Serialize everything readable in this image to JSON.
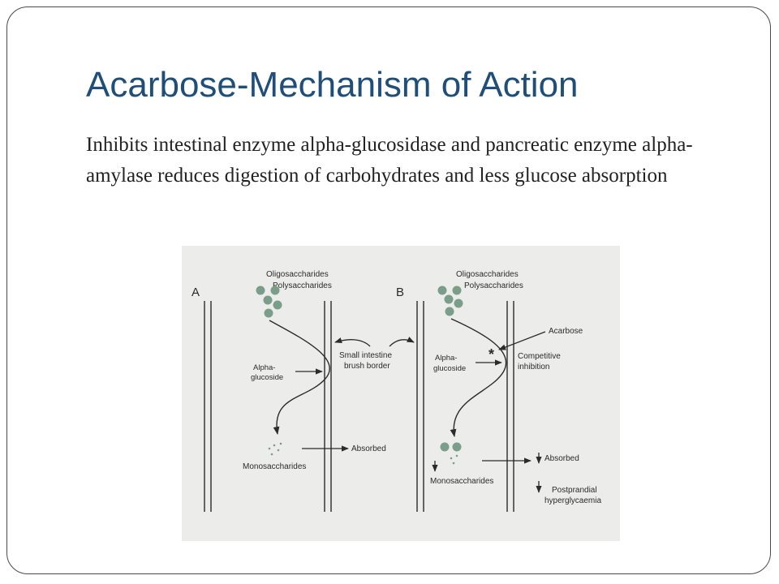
{
  "slide": {
    "title": "Acarbose-Mechanism of Action",
    "body": "Inhibits intestinal enzyme alpha-glucosidase and pancreatic enzyme alpha-amylase reduces digestion of carbohydrates and less glucose absorption"
  },
  "diagram": {
    "background_color": "#ececea",
    "dot_color": "#7a9e8a",
    "panel_a": {
      "letter": "A",
      "oligosaccharides": "Oligosaccharides",
      "polysaccharides": "Polysaccharides",
      "alpha_glucoside_line1": "Alpha-",
      "alpha_glucoside_line2": "glucoside",
      "monosaccharides": "Monosaccharides",
      "absorbed": "Absorbed"
    },
    "center_label": {
      "line1": "Small intestine",
      "line2": "brush border"
    },
    "panel_b": {
      "letter": "B",
      "oligosaccharides": "Oligosaccharides",
      "polysaccharides": "Polysaccharides",
      "acarbose": "Acarbose",
      "competitive_line1": "Competitive",
      "competitive_line2": "inhibition",
      "alpha_glucoside_line1": "Alpha-",
      "alpha_glucoside_line2": "glucoside",
      "monosaccharides": "Monosaccharides",
      "absorbed": "Absorbed",
      "postprandial_line1": "Postprandial",
      "postprandial_line2": "hyperglycaemia"
    }
  }
}
